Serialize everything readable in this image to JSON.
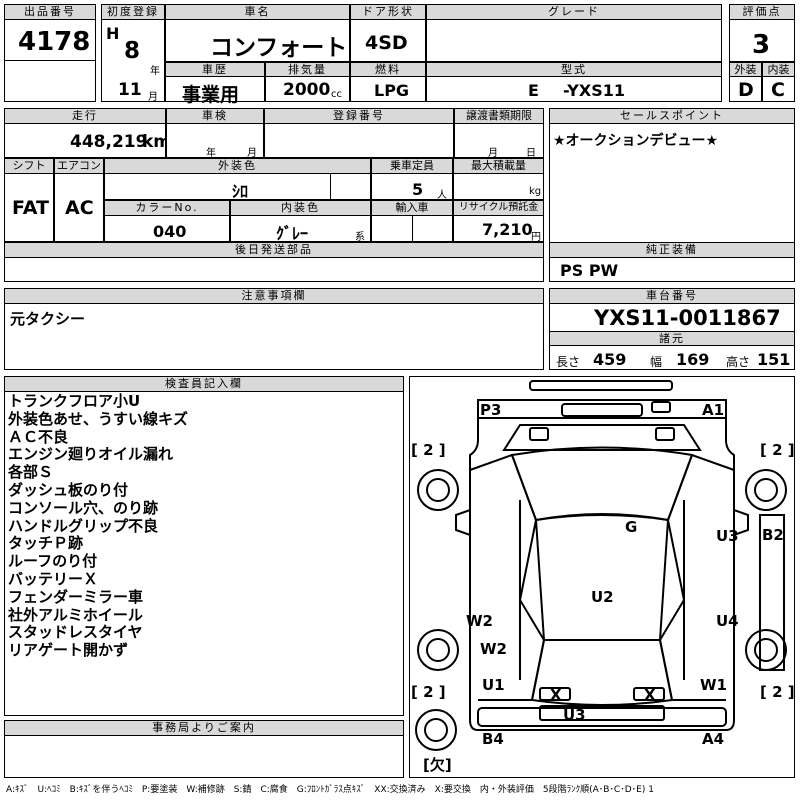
{
  "headers": {
    "lot_no": "出品番号",
    "first_reg": "初度登録",
    "car_name": "車名",
    "door": "ドア形状",
    "grade": "グレード",
    "score": "評価点",
    "history": "車歴",
    "displacement": "排気量",
    "fuel": "燃料",
    "model": "型式",
    "exterior": "外装",
    "interior": "内装",
    "mileage": "走行",
    "inspection": "車検",
    "reg_no": "登録番号",
    "transfer_deadline": "譲渡書類期限",
    "sales_point": "セールスポイント",
    "shift": "シフト",
    "aircon": "エアコン",
    "ext_color": "外装色",
    "capacity": "乗車定員",
    "max_load": "最大積載量",
    "color_no": "カラーNo.",
    "int_color": "内装色",
    "import": "輸入車",
    "recycle": "リサイクル預託金",
    "later_parts": "後日発送部品",
    "genuine_equip": "純正装備",
    "caution": "注意事項欄",
    "chassis_no": "車台番号",
    "specs": "諸元",
    "inspector_notes": "検査員記入欄",
    "office_info": "事務局よりご案内"
  },
  "lot_no": "4178",
  "era": "H",
  "year": "8",
  "year_unit": "年",
  "month": "11",
  "month_unit": "月",
  "car_name": "コンフォート",
  "door": "4SD",
  "grade": "",
  "score": "3",
  "history": "事業用",
  "displacement": "2000",
  "displacement_unit": "cc",
  "fuel": "LPG",
  "model_prefix": "E",
  "model": "-YXS11",
  "ext_grade": "D",
  "int_grade": "C",
  "mileage": "448,219",
  "mileage_unit": "km",
  "insp_year_unit": "年",
  "insp_month_unit": "月",
  "transfer_month_unit": "月",
  "transfer_day_unit": "日",
  "sales_point": "★オークションデビュー★",
  "shift": "FAT",
  "aircon": "AC",
  "ext_color": "ｼﾛ",
  "capacity": "5",
  "capacity_unit": "人",
  "max_load_unit": "kg",
  "color_no": "040",
  "int_color": "ｸﾞﾚｰ",
  "int_color_unit": "系",
  "recycle_fee": "7,210",
  "recycle_unit": "円",
  "genuine_equip": "PS PW",
  "caution": "元タクシー",
  "chassis_no": "YXS11-0011867",
  "spec_labels": {
    "length": "長さ",
    "width": "幅",
    "height": "高さ"
  },
  "specs": {
    "length": "459",
    "width": "169",
    "height": "151"
  },
  "inspector_notes": [
    "トランクフロア小U",
    "外装色あせ、うすい線キズ",
    "ＡＣ不良",
    "エンジン廻りオイル漏れ",
    "各部Ｓ",
    "ダッシュ板のり付",
    "コンソール穴、のり跡",
    "ハンドルグリップ不良",
    "タッチＰ跡",
    "ルーフのり付",
    "バッテリーＸ",
    "フェンダーミラー車",
    "社外アルミホイール",
    "スタッドレスタイヤ",
    "リアゲート開かず"
  ],
  "diagram": {
    "P3": "P3",
    "A1": "A1",
    "G": "G",
    "U3a": "U3",
    "B2": "B2",
    "U2": "U2",
    "W2a": "W2",
    "U4": "U4",
    "W2b": "W2",
    "U1": "U1",
    "W1": "W1",
    "X1": "X",
    "X2": "X",
    "U3b": "U3",
    "B4": "B4",
    "A4": "A4",
    "tire_tl": "[ 2 ]",
    "tire_tr": "[ 2 ]",
    "tire_bl": "[ 2 ]",
    "tire_br": "[ 2 ]",
    "spare": "[欠]"
  },
  "legend": "A:ｷｽﾞ　U:ﾍｺﾐ　B:ｷｽﾞを伴うﾍｺﾐ　P:要塗装　W:補修跡　S:錆　C:腐食　G:ﾌﾛﾝﾄｶﾞﾗｽ点ｷｽﾞ　XX:交換済み　X:要交換　内・外装評価　5段階ﾗﾝｸ順(A･B･C･D･E) 1"
}
